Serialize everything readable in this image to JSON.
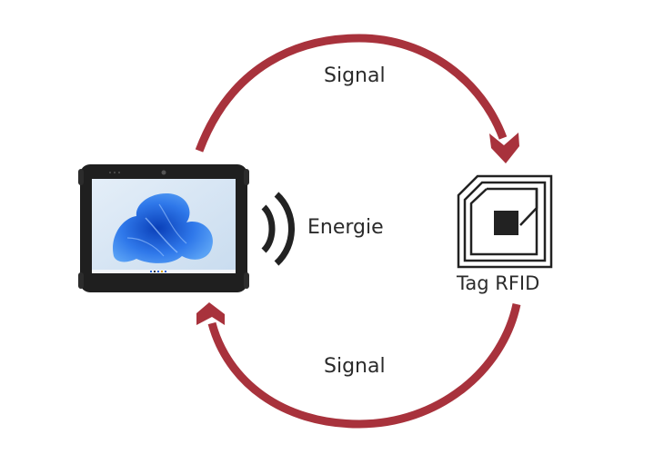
{
  "diagram": {
    "title": "RFID reader / tag communication",
    "labels": {
      "signal_top": "Signal",
      "signal_bottom": "Signal",
      "energy": "Energie",
      "tag": "Tag RFID"
    },
    "nodes": [
      {
        "id": "reader",
        "kind": "tablet",
        "icon": "tablet-icon"
      },
      {
        "id": "tag",
        "kind": "rfid-tag",
        "icon": "rfid-tag-icon",
        "label": "Tag RFID"
      }
    ],
    "edges": [
      {
        "from": "reader",
        "to": "tag",
        "label": "Signal",
        "style": "curved-arrow"
      },
      {
        "from": "tag",
        "to": "reader",
        "label": "Signal",
        "style": "curved-arrow"
      },
      {
        "from": "reader",
        "to": "tag",
        "label": "Energie",
        "style": "radio-waves"
      }
    ],
    "colors": {
      "arrow": "#a8323c",
      "text": "#2b2b2b",
      "icon": "#222222",
      "tablet_frame": "#1f1f1f",
      "screen_bg": "#dbe9f6",
      "screen_bloom": "#1f5fd6"
    }
  }
}
